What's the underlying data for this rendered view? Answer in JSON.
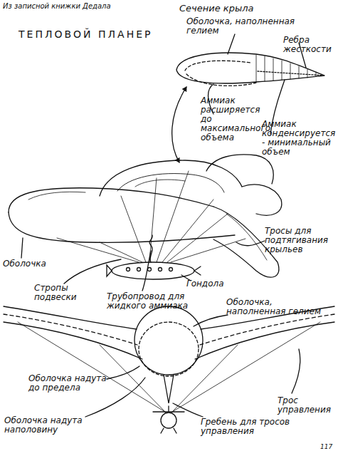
{
  "diagram": {
    "title": "ТЕПЛОВОЙ ПЛАНЕР",
    "labels": [
      "Из записной книжки Дедала",
      "Сечение крыла",
      "Оболочка, наполненная гелием",
      "Ребра жесткости",
      "Аммиак расширяется до максимального объема",
      "Аммиак конденсируется - минимальный объем",
      "Оболочка",
      "Стропы подвески",
      "Трубопровод для жидкого аммиака",
      "Гондола",
      "Тросы для подтягивания крыльев",
      "Оболочка, наполненная гелием",
      "Оболочка надута до предела",
      "Оболочка надута наполовину",
      "Трос управления",
      "Гребень для тросов управления",
      "117"
    ]
  }
}
